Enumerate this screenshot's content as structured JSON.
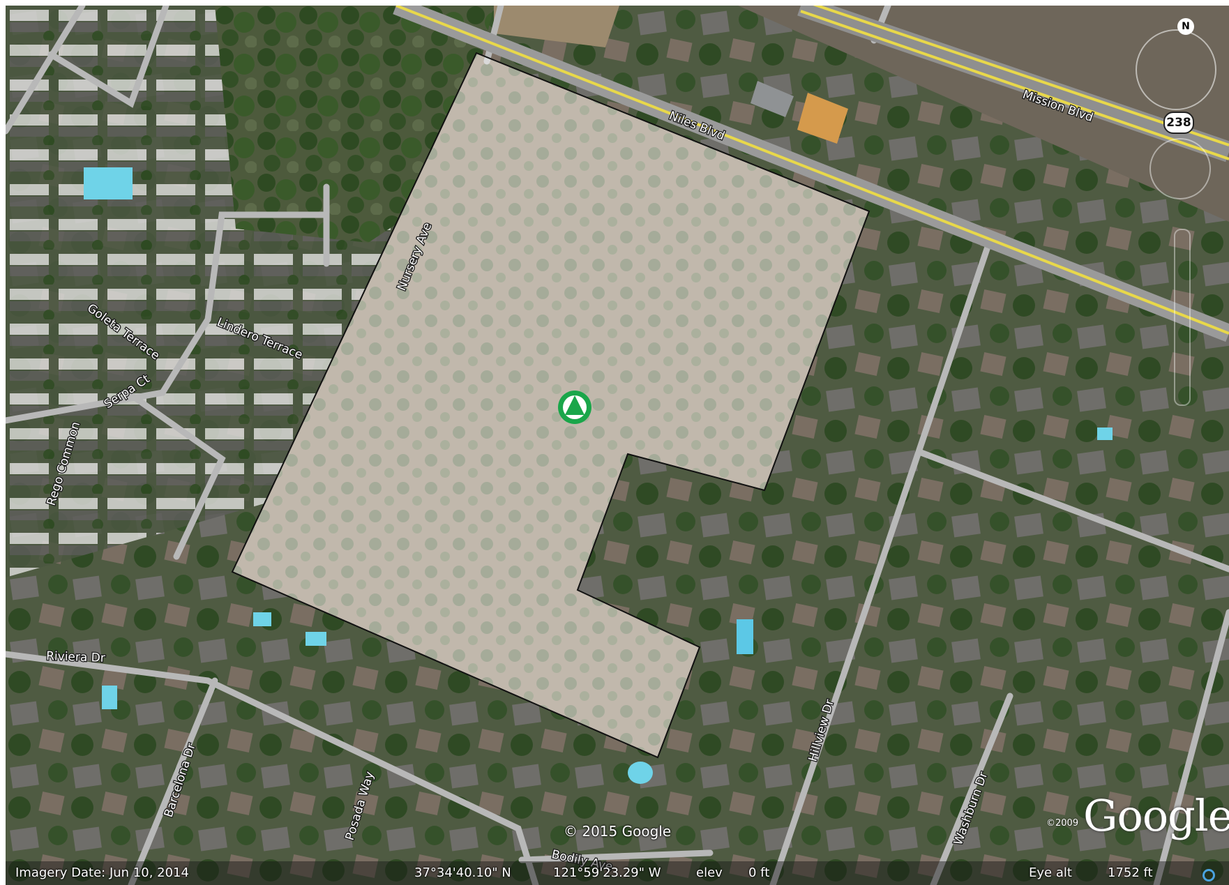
{
  "status": {
    "imagery_date": "Imagery Date: Jun 10, 2014",
    "latitude": "37°34'40.10\" N",
    "longitude": "121°59'23.29\" W",
    "elev_label": "elev",
    "elev_value": "0 ft",
    "eye_alt_label": "Eye alt",
    "eye_alt_value": "1752 ft"
  },
  "copyright": "© 2015 Google",
  "google_logo": "Google",
  "google_year": "©2009",
  "north_label": "N",
  "highway_shield": "238",
  "roads": {
    "niles": "Niles Blvd",
    "mission": "Mission Blvd",
    "nursery": "Nursery Ave",
    "goleta": "Goleta Terrace",
    "lindero": "Lindero Terrace",
    "serpa": "Serpa Ct",
    "rego": "Rego Common",
    "riviera": "Riviera Dr",
    "barcelona": "Barcelona Dr",
    "posada": "Posada Way",
    "bodily": "Bodily Ave",
    "hillview": "Hillview Dr",
    "washburn": "Washburn Dr"
  },
  "colors": {
    "marker_green": "#1aa64a",
    "highway_yellow": "#e8d84a",
    "road_gray": "#b8b8b8",
    "overlay_white": "#ffffff"
  }
}
